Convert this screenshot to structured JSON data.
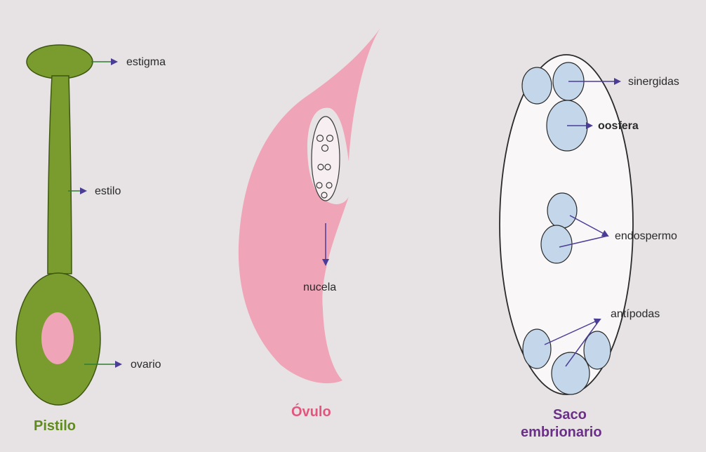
{
  "colors": {
    "background": "#e7e3e4",
    "pistil_green": "#7a9b2e",
    "ovule_pink": "#f0a4b8",
    "cell_blue": "#c4d6ea",
    "arrow": "#4b3d96",
    "label_green": "#5f8a1c",
    "label_pink": "#e2567e",
    "label_purple": "#6a2f86"
  },
  "pistil": {
    "title": "Pistilo",
    "labels": {
      "stigma": "estigma",
      "style": "estilo",
      "ovary": "ovario"
    }
  },
  "ovule": {
    "title": "Óvulo",
    "labels": {
      "nucellus": "nucela"
    }
  },
  "embryo_sac": {
    "title_line1": "Saco",
    "title_line2": "embrionario",
    "labels": {
      "synergids": "sinergidas",
      "egg_cell": "oosfera",
      "endosperm": "endospermo",
      "antipodals": "antípodas"
    }
  }
}
